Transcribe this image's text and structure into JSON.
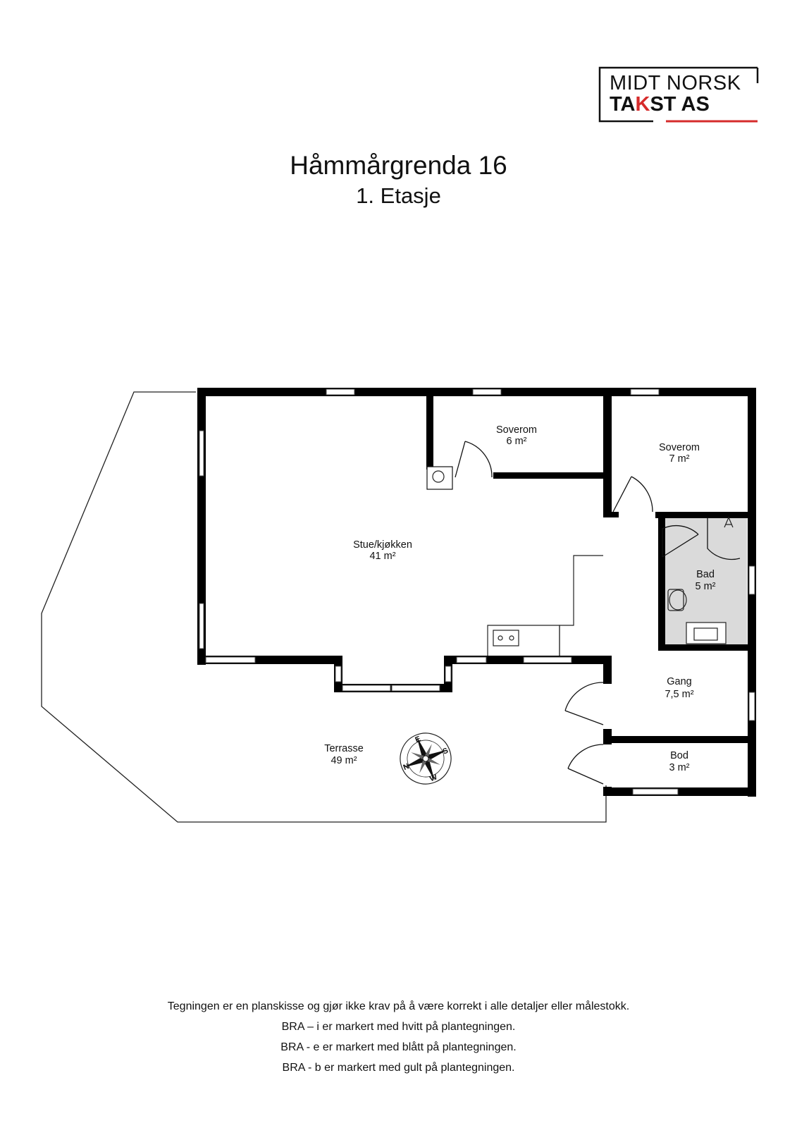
{
  "logo": {
    "line1": "MIDT NORSK",
    "line2": "TAKST AS",
    "accent_color": "#d62b2b"
  },
  "header": {
    "title": "Håmmårgrenda 16",
    "subtitle": "1. Etasje"
  },
  "rooms": {
    "stue": {
      "name": "Stue/kjøkken",
      "area": "41 m²"
    },
    "soverom1": {
      "name": "Soverom",
      "area": "6 m²"
    },
    "soverom2": {
      "name": "Soverom",
      "area": "7 m²"
    },
    "bad": {
      "name": "Bad",
      "area": "5 m²"
    },
    "gang": {
      "name": "Gang",
      "area": "7,5 m²"
    },
    "bod": {
      "name": "Bod",
      "area": "3 m²"
    },
    "terrasse": {
      "name": "Terrasse",
      "area": "49 m²"
    }
  },
  "compass": {
    "labels": [
      "N",
      "E",
      "S",
      "W"
    ]
  },
  "notes": [
    "Tegningen er en planskisse og gjør ikke krav på å være korrekt i alle detaljer eller målestokk.",
    "BRA – i er markert med hvitt på plantegningen.",
    "BRA - e er markert med blått på plantegningen.",
    "BRA - b er markert med gult på plantegningen."
  ]
}
